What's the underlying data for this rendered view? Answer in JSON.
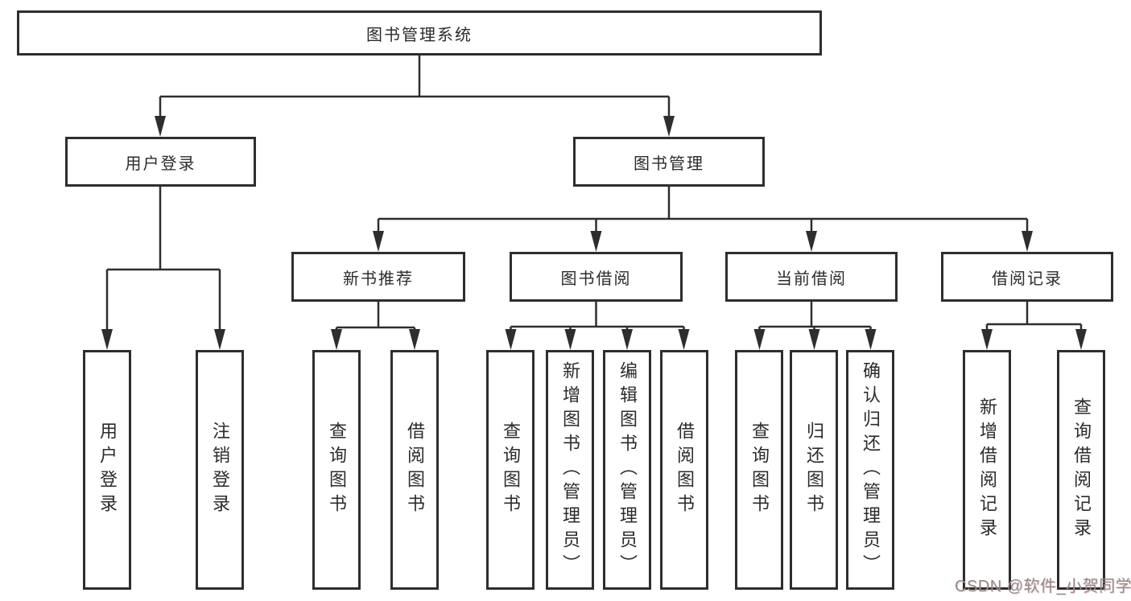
{
  "diagram": {
    "title": "图书管理系统",
    "nodes": {
      "root": "图书管理系统",
      "user_login": "用户登录",
      "book_management": "图书管理",
      "new_book_recommend": "新书推荐",
      "book_borrow": "图书借阅",
      "current_borrow": "当前借阅",
      "borrow_records": "借阅记录",
      "leaf_user_login": "用户登录",
      "leaf_logout": "注销登录",
      "leaf_query_book_recommend": "查询图书",
      "leaf_borrow_book_recommend": "借阅图书",
      "leaf_query_book_borrow": "查询图书",
      "leaf_add_book_admin": "新增图书（管理员）",
      "leaf_edit_book_admin": "编辑图书（管理员）",
      "leaf_borrow_book_borrow": "借阅图书",
      "leaf_query_book_current": "查询图书",
      "leaf_return_book": "归还图书",
      "leaf_confirm_return_admin": "确认归还（管理员）",
      "leaf_add_borrow_record": "新增借阅记录",
      "leaf_query_borrow_record": "查询借阅记录"
    },
    "colors": {
      "line": "#2e2e2e",
      "text": "#2b2b2b",
      "background": "#ffffff",
      "watermark_text": "#8e8e8e"
    }
  },
  "watermark": {
    "text": "CSDN @软件_小贺同学"
  }
}
